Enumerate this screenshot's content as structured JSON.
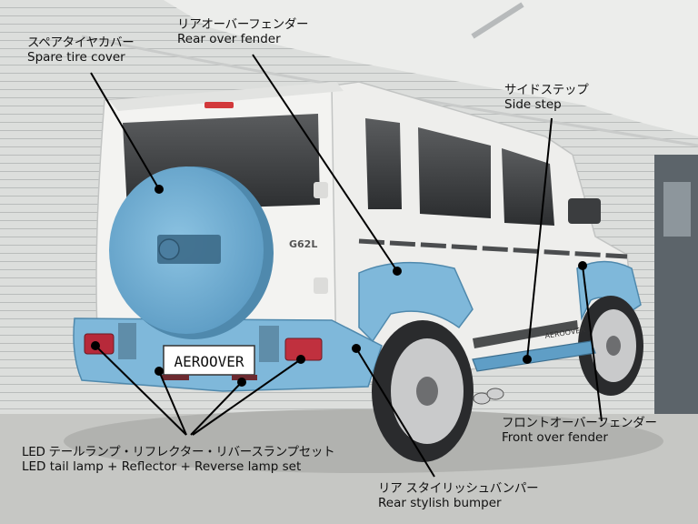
{
  "plate_text": "AEROOVER",
  "badge_text": "G62L",
  "side_decal_text": "AEROOVER",
  "labels": {
    "spare_tire": {
      "jp": "スペアタイヤカバー",
      "en": "Spare tire cover"
    },
    "rear_over_fender": {
      "jp": "リアオーバーフェンダー",
      "en": "Rear over fender"
    },
    "side_step": {
      "jp": "サイドステップ",
      "en": "Side step"
    },
    "front_over_fender": {
      "jp": "フロントオーバーフェンダー",
      "en": "Front over fender"
    },
    "led_set": {
      "jp": "LED テールランプ・リフレクター・リバースランプセット",
      "en": "LED tail lamp + Reflector + Reverse lamp set"
    },
    "rear_bumper": {
      "jp": "リア スタイリッシュバンパー",
      "en": "Rear stylish bumper"
    }
  },
  "colors": {
    "accent_blue": "#7fb8da",
    "accent_blue_dark": "#4f89ad",
    "body_white": "#f1f1ef",
    "shutter": "#d8dad8",
    "ground": "#c6c7c4"
  }
}
